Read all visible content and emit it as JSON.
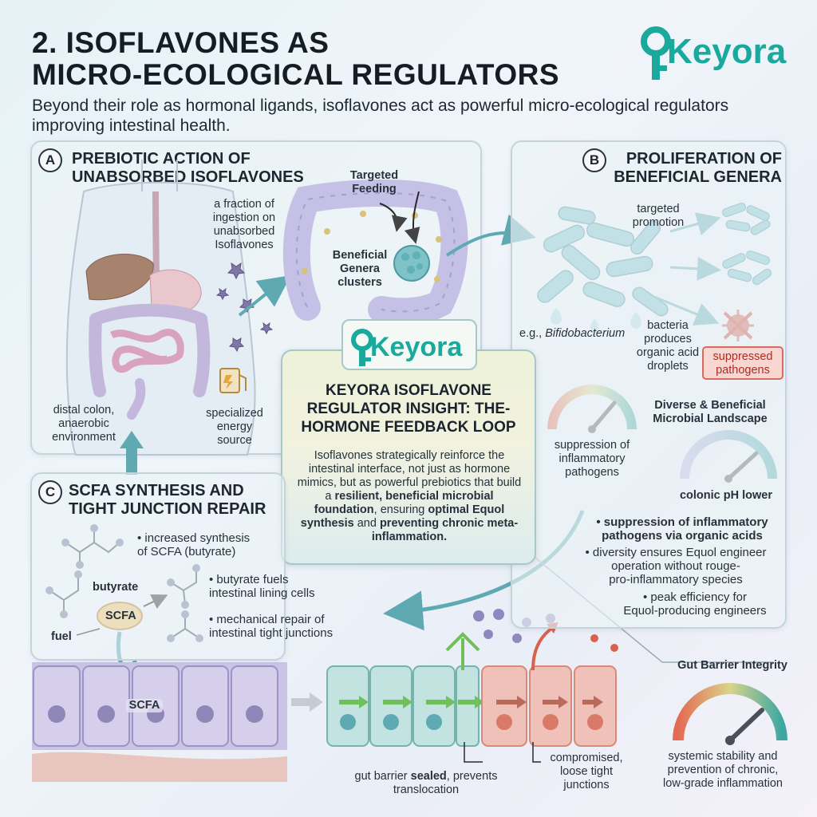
{
  "title": "2. ISOFLAVONES AS\nMICRO-ECOLOGICAL REGULATORS",
  "title_line1": "2. ISOFLAVONES AS",
  "title_line2": "MICRO-ECOLOGICAL REGULATORS",
  "subtitle": "Beyond their role as hormonal ligands, isoflavones act as powerful micro-ecological regulators improving intestinal health.",
  "brand": {
    "name": "Keyora",
    "color": "#19a99d"
  },
  "panel_a": {
    "badge": "A",
    "title_line1": "PREBIOTIC ACTION OF",
    "title_line2": "UNABSORBED ISOFLAVONES",
    "fraction_label": "a fraction of\ningestion on\nunabsorbed\nIsoflavones",
    "targeted_feeding": "Targeted\nFeeding",
    "beneficial_clusters": "Beneficial\nGenera\nclusters",
    "distal_colon": "distal colon,\nanaerobic\nenvironment",
    "energy_source": "specialized\nenergy\nsource"
  },
  "panel_b": {
    "badge": "B",
    "title_line1": "PROLIFERATION OF",
    "title_line2": "BENEFICIAL GENERA",
    "targeted_promotion": "targeted\npromotion",
    "example_prefix": "e.g., ",
    "example_genus": "Bifidobacterium",
    "organic_acid": "bacteria\nproduces\norganic acid\ndroplets",
    "suppressed": "suppressed\npathogens",
    "landscape": "Diverse & Beneficial\nMicrobial Landscape",
    "suppression_gauge": "suppression of\ninflammatory\npathogens",
    "colonic_ph": "colonic pH lower",
    "bullets": [
      {
        "text": "• suppression of inflammatory\npathogens via organic acids",
        "bold": true
      },
      {
        "text": "• diversity ensures Equol engineer\noperation without rouge-\npro-inflammatory species",
        "bold": false
      },
      {
        "text": "• peak efficiency for\nEquol-producing engineers",
        "bold": false
      }
    ]
  },
  "insight": {
    "title": "KEYORA ISOFLAVONE\nREGULATOR INSIGHT: THE-\nHORMONE FEEDBACK LOOP",
    "body_1": "Isoflavones strategically reinforce the intestinal interface, not just as hormone mimics, but as powerful prebiotics that build a ",
    "body_b1": "resilient, beneficial microbial foundation",
    "body_2": ", ensuring ",
    "body_b2": "optimal Equol synthesis",
    "body_3": " and ",
    "body_b3": "preventing chronic meta-inflammation."
  },
  "panel_c": {
    "badge": "C",
    "title_line1": "SCFA SYNTHESIS AND",
    "title_line2": "TIGHT JUNCTION REPAIR",
    "bullets": [
      "• increased synthesis\nof SCFA (butyrate)",
      "• butyrate fuels\nintestinal lining cells",
      "• mechanical repair of\nintestinal tight junctions"
    ],
    "butyrate": "butyrate",
    "scfa_badge": "SCFA",
    "fuel": "fuel",
    "scfa_cells": "SCFA",
    "sealed_pre": "gut barrier ",
    "sealed_bold": "sealed",
    "sealed_post": ", prevents\ntranslocation",
    "compromised": "compromised,\nloose tight\njunctions"
  },
  "gut_barrier": {
    "title": "Gut Barrier Integrity",
    "caption": "systemic stability and\nprevention of chronic,\nlow-grade inflammation"
  },
  "colors": {
    "teal": "#19a99d",
    "panel_border": "#c4d3dc",
    "bacteria": "#6cb9c6",
    "pathogen": "#c75a4c",
    "cell_purple": "#c7c0e3",
    "cell_teal": "#b8dcd8",
    "cell_red": "#eab1a8"
  }
}
